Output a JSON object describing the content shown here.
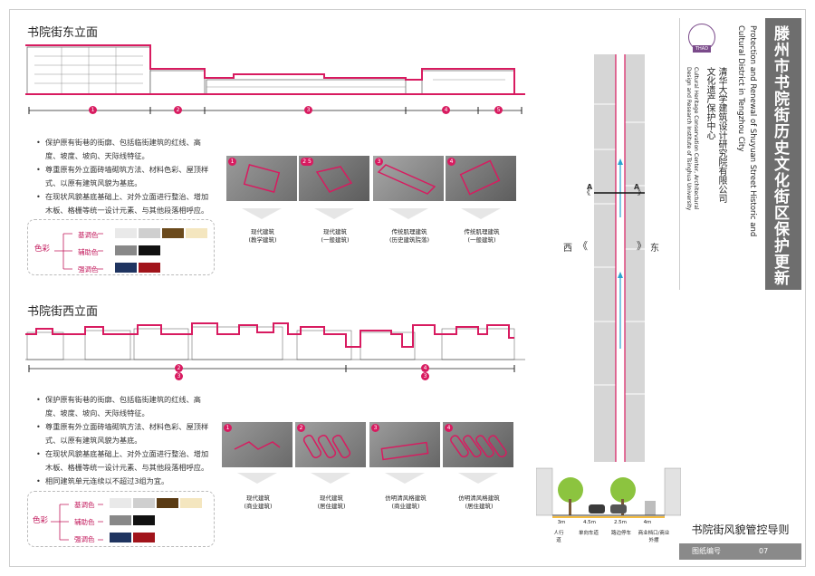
{
  "east": {
    "title": "书院街东立面",
    "segments": [
      "1",
      "2",
      "3",
      "4",
      "5"
    ],
    "bullets": [
      "保护原有街巷的街廓、包括临街建筑的红线、高度、坡度、坡向、天际线特征。",
      "尊重原有外立面砖墙砌筑方法、材料色彩、屋顶样式、以原有建筑风貌为基底。",
      "在现状风貌基底基础上、对外立面进行整治、增加木板、格栅等统一设计元素、与其他段落相呼应。"
    ],
    "colors": {
      "title": "色彩",
      "rows": [
        {
          "label": "基调色",
          "swatches": [
            "#e9e9e9",
            "#cfcfcf",
            "#6b4a1c",
            "#f4e6bf"
          ]
        },
        {
          "label": "辅助色",
          "swatches": [
            "#888888",
            "#111111"
          ]
        },
        {
          "label": "强调色",
          "swatches": [
            "#1f3460",
            "#a1141b"
          ]
        }
      ]
    },
    "photos": [
      {
        "num": "1",
        "caption1": "现代建筑",
        "caption2": "(教学建筑)"
      },
      {
        "num": "2 5",
        "caption1": "现代建筑",
        "caption2": "(一般建筑)"
      },
      {
        "num": "3",
        "caption1": "传统肌理建筑",
        "caption2": "(历史建筑院落)"
      },
      {
        "num": "4",
        "caption1": "传统肌理建筑",
        "caption2": "(一般建筑)"
      }
    ]
  },
  "west": {
    "title": "书院街西立面",
    "segments": [
      "2",
      "3",
      "4",
      "3"
    ],
    "bullets": [
      "保护原有街巷的街廓、包括临街建筑的红线、高度、坡度、坡向、天际线特征。",
      "尊重原有外立面砖墙砌筑方法、材料色彩、屋顶样式、以原有建筑风貌为基底。",
      "在现状风貌基底基础上、对外立面进行整治、增加木板、格栅等统一设计元素、与其他段落相呼应。",
      "相同建筑单元连续以不超过3组为宜。"
    ],
    "colors": {
      "title": "色彩",
      "rows": [
        {
          "label": "基调色",
          "swatches": [
            "#e9e9e9",
            "#cfcfcf",
            "#5a3b14",
            "#f4e6bf"
          ]
        },
        {
          "label": "辅助色",
          "swatches": [
            "#888888",
            "#111111"
          ]
        },
        {
          "label": "强调色",
          "swatches": [
            "#1f3460",
            "#a1141b"
          ]
        }
      ]
    },
    "photos": [
      {
        "num": "1",
        "caption1": "现代建筑",
        "caption2": "(商业建筑)"
      },
      {
        "num": "2",
        "caption1": "现代建筑",
        "caption2": "(居住建筑)"
      },
      {
        "num": "3",
        "caption1": "仿明清风格建筑",
        "caption2": "(商业建筑)"
      },
      {
        "num": "4",
        "caption1": "仿明清风格建筑",
        "caption2": "(居住建筑)"
      }
    ]
  },
  "map": {
    "west_label": "西",
    "east_label": "东",
    "section_left": "A",
    "section_right": "A"
  },
  "street_section": {
    "dims": [
      "3m",
      "4.5m",
      "2.5m",
      "4m"
    ],
    "labels": [
      "人行道",
      "单向车道",
      "路边停车",
      "商业档口/商业外摆"
    ]
  },
  "title_block": {
    "main_title": "滕州市书院街历史文化街区保护更新",
    "en_title_1": "Protection and Renewal of Shuyuan Street Historic and",
    "en_title_2": "Cultural District in Tengzhou City",
    "org_1": "清华大学建筑设计研究院有限公司",
    "org_2": "文化遗产保护中心",
    "org_en_1": "Cultural Heritage Conservation Center, Architectural",
    "org_en_2": "Design and Research Institute of Tsinghua University",
    "logo_text": "THAD",
    "sheet_title": "书院街风貌管控导则",
    "drawing_label": "图纸编号",
    "drawing_no": "07"
  },
  "accent_color": "#d81b60"
}
